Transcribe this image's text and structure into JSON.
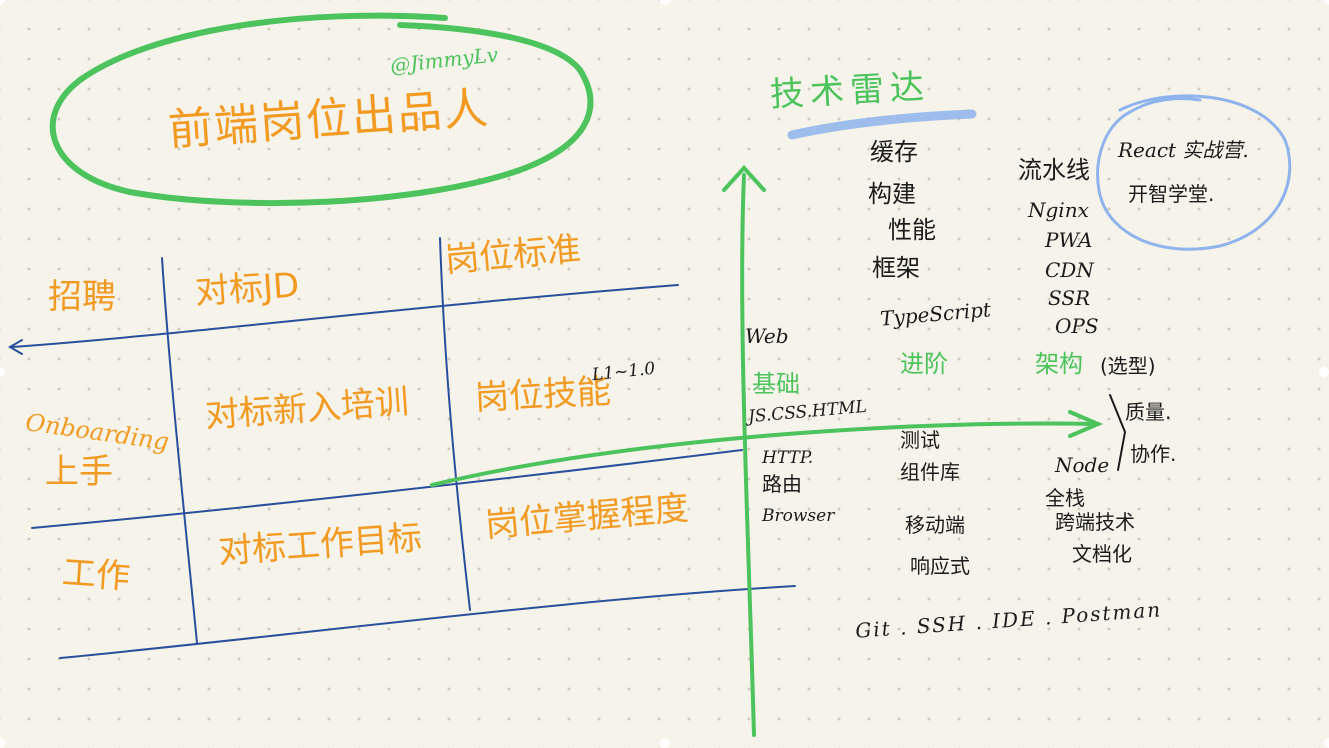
{
  "colors": {
    "green": "#4cc35c",
    "orange": "#f39a22",
    "blue": "#2a4f9c",
    "ink": "#1b1b1b",
    "highlight": "#8fb3ec"
  },
  "title": {
    "text": "前端岗位出品人",
    "handle": "@JimmyLv"
  },
  "table": {
    "headers": {
      "jd": "对标JD",
      "standard": "岗位标准"
    },
    "rows": [
      {
        "label": "招聘"
      },
      {
        "label_line1": "Onboarding",
        "label_line2": "上手",
        "benchmark": "对标新入培训",
        "result": "岗位技能",
        "note": "L1~1.0"
      },
      {
        "label": "工作",
        "benchmark": "对标工作目标",
        "result": "岗位掌握程度"
      }
    ]
  },
  "radar": {
    "title": "技术雷达",
    "axis_labels": {
      "web": "Web",
      "basic": "基础",
      "advanced": "进阶",
      "architecture": "架构"
    },
    "quadrants": {
      "top_mid": [
        "缓存",
        "构建",
        "性能",
        "框架",
        "TypeScript"
      ],
      "top_right": [
        "流水线",
        "Nginx",
        "PWA",
        "CDN",
        "SSR",
        "OPS"
      ],
      "bottom_left": [
        "JS.CSS.HTML",
        "HTTP.",
        "路由",
        "Browser"
      ],
      "bottom_mid": [
        "测试",
        "组件库",
        "移动端",
        "响应式"
      ],
      "bottom_right": [
        "Node",
        "全栈",
        "跨端技术",
        "文档化"
      ],
      "right_side": [
        "(选型)",
        "质量.",
        "协作."
      ],
      "tools": "Git . SSH . IDE . Postman"
    },
    "circled": [
      "React 实战营.",
      "开智学堂."
    ]
  }
}
